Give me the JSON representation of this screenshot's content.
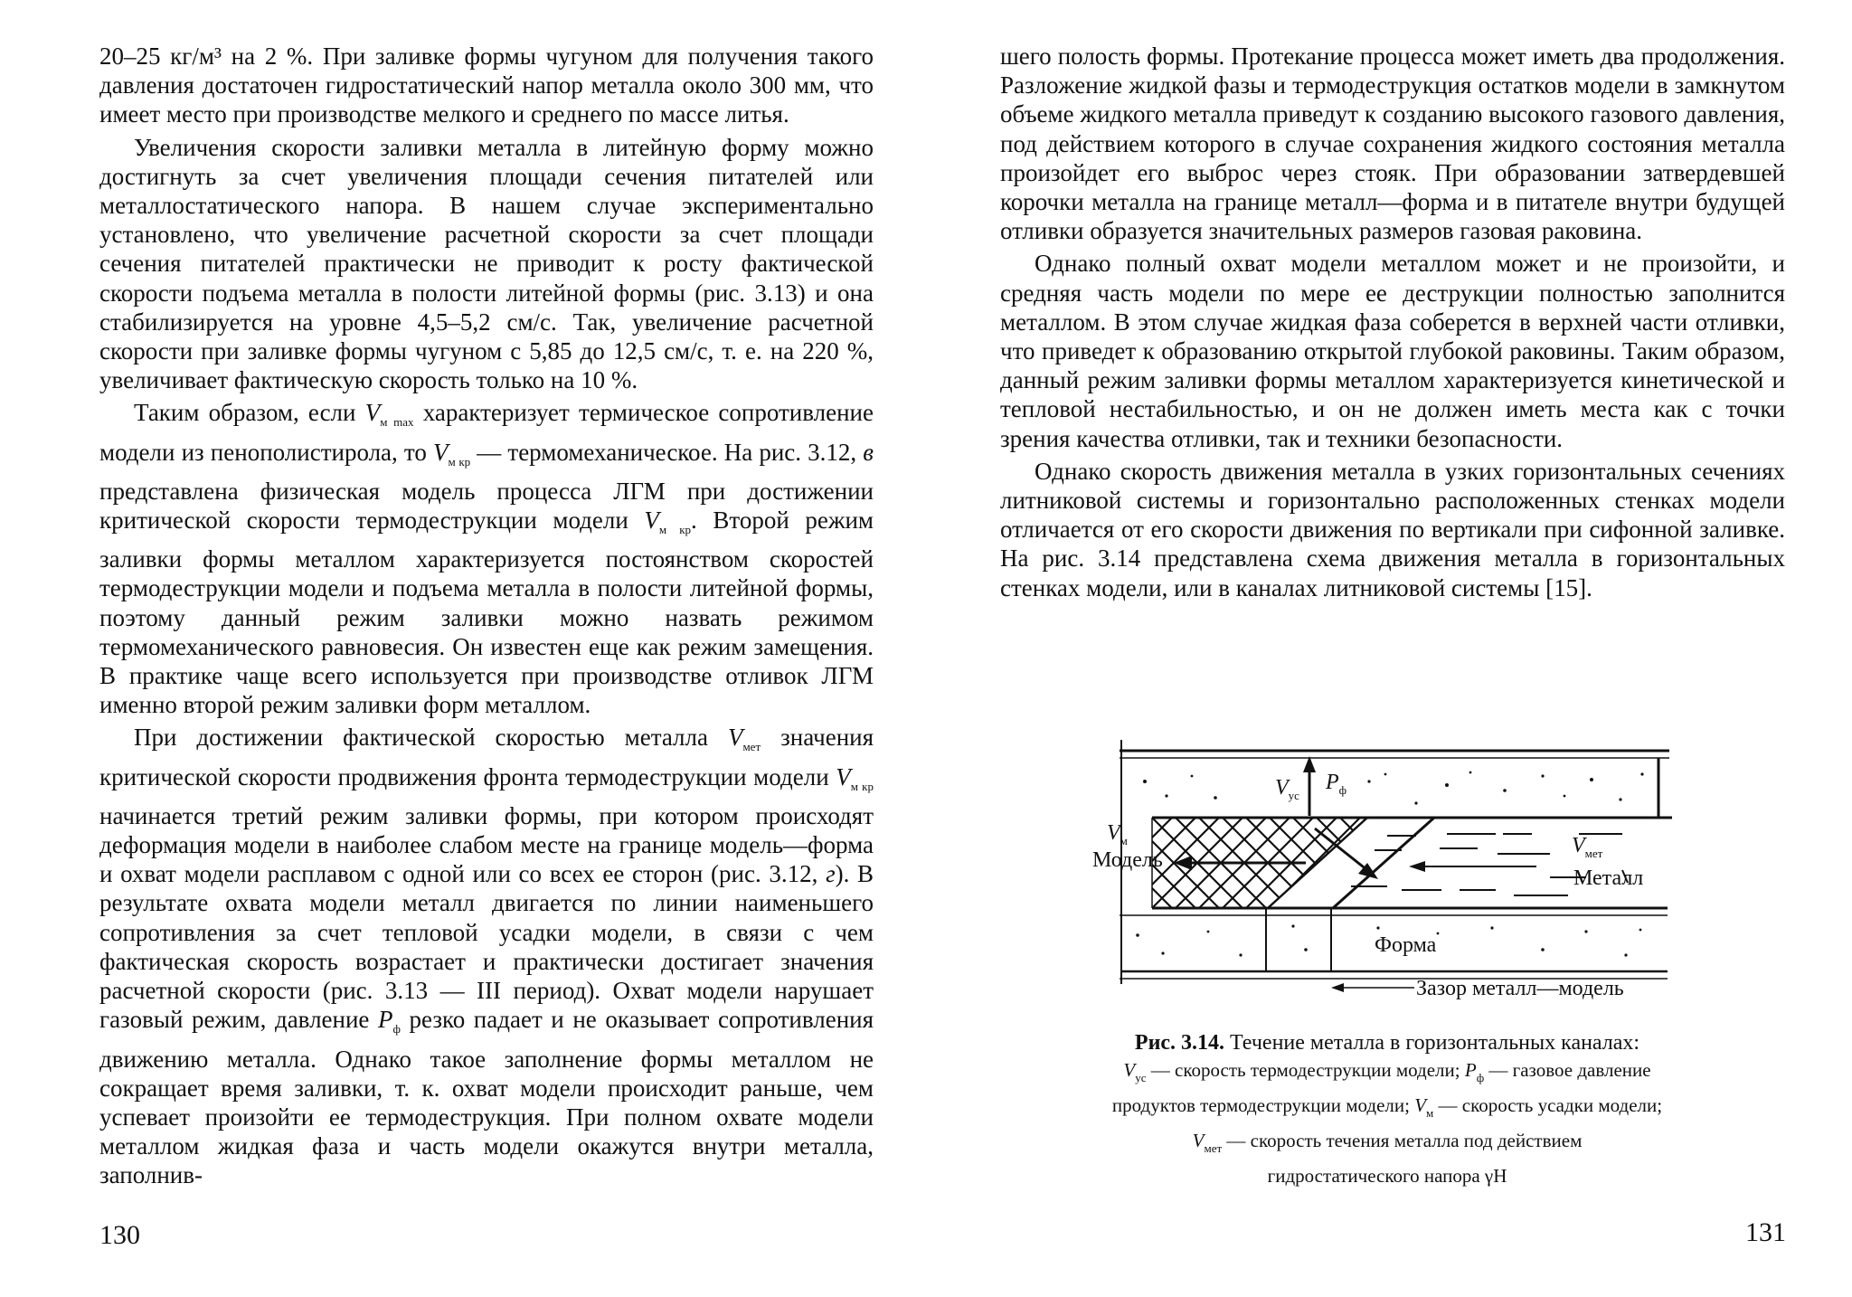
{
  "left_page": {
    "paragraphs": [
      "20–25 кг/м³ на 2 %. При заливке формы чугуном для получения такого давления достаточен гидростатический напор металла около 300 мм, что имеет место при производстве мелкого и среднего по массе литья.",
      "Увеличения скорости заливки металла в литейную форму можно достигнуть за счет увеличения площади сечения питателей или металлостатического напора. В нашем случае экспериментально установлено, что увеличение расчетной скорости за счет площади сечения питателей практически не приводит к росту фактической скорости подъема металла в полости литейной формы (рис. 3.13) и она стабилизируется на уровне 4,5–5,2 см/с. Так, увеличение расчетной скорости при заливке формы чугуном с 5,85 до 12,5 см/с, т. е. на 220 %, увеличивает фактическую скорость только на 10 %.",
      "При достижении фактической скоростью металла",
      "резко падает и не оказывает сопротивления движению металла. Однако такое заполнение формы металлом не сокращает время заливки, т. к. охват модели происходит раньше, чем успевает произойти ее термодеструкция. При полном охвате модели металлом жидкая фаза и часть модели окажутся внутри металла, заполнив-"
    ],
    "p3_parts": [
      "Таким образом, если",
      "характеризует термическое сопротивление модели из пенополистирола, то",
      "— термомеханическое. На рис. 3.12,",
      "в",
      "представлена физическая модель процесса ЛГМ при достижении критической скорости термодеструкции модели",
      ". Второй режим заливки формы металлом характеризуется постоянством скоростей термодеструкции модели и подъема металла в полости литейной формы, поэтому данный режим заливки можно назвать режимом термомеханического равновесия. Он известен еще как режим замещения. В практике чаще всего используется при производстве отливок ЛГМ именно второй режим заливки форм металлом."
    ],
    "p4_parts": [
      "значения критической скорости продвижения фронта термодеструкции модели",
      "начинается третий режим заливки формы, при котором происходят деформация модели в наиболее слабом месте на границе модель—форма и охват модели расплавом с одной или со всех ее сторон (рис. 3.12,",
      "г",
      "). В результате охвата модели металл двигается по линии наименьшего сопротивления за счет тепловой усадки модели, в связи с чем фактическая скорость возрастает и практически достигает значения расчетной скорости (рис. 3.13 — III период). Охват модели нарушает газовый режим, давление"
    ],
    "symbols": {
      "V": "V",
      "sub_mmax": "м max",
      "sub_mkr": "м кр",
      "sub_met": "мет",
      "P": "P",
      "sub_f": "ф"
    },
    "page_number": "130"
  },
  "right_page": {
    "paragraphs": [
      "шего полость формы. Протекание процесса может иметь два продолжения. Разложение жидкой фазы и термодеструкция остатков модели в замкнутом объеме жидкого металла приведут к созданию высокого газового давления, под действием которого в случае сохранения жидкого состояния металла произойдет его выброс через стояк. При образовании затвердевшей корочки металла на границе металл—форма и в питателе внутри будущей отливки образуется значительных размеров газовая раковина.",
      "Однако полный охват модели металлом может и не произойти, и средняя часть модели по мере ее деструкции полностью заполнится металлом. В этом случае жидкая фаза соберется в верхней части отливки, что приведет к образованию открытой глубокой раковины. Таким образом, данный режим заливки формы металлом характеризуется кинетической и тепловой нестабильностью, и он не должен иметь места как с точки зрения качества отливки, так и техники безопасности.",
      "Однако скорость движения металла в узких горизонтальных сечениях литниковой системы и горизонтально расположенных стенках модели отличается от его скорости движения по вертикали при сифонной заливке. На рис. 3.14 представлена схема движения металла в горизонтальных стенках модели, или в каналах литниковой системы [15]."
    ],
    "figure": {
      "labels": {
        "v_us": "V",
        "v_us_sub": "ус",
        "p_f": "P",
        "p_f_sub": "ф",
        "v_m": "V",
        "v_m_sub": "м",
        "model": "Модель",
        "v_met": "V",
        "v_met_sub": "мет",
        "metal": "Металл",
        "form": "Форма",
        "gap": "Зазор металл—модель"
      }
    },
    "caption": {
      "title_bold": "Рис. 3.14.",
      "title_rest": "Течение металла в горизонтальных каналах:",
      "line2": "— скорость термодеструкции модели;",
      "line2b": "— газовое давление",
      "line3": "продуктов термодеструкции модели;",
      "line3b": "— скорость усадки модели;",
      "line4": "— скорость течения металла под действием",
      "line5": "гидростатического напора γH"
    },
    "page_number": "131"
  }
}
